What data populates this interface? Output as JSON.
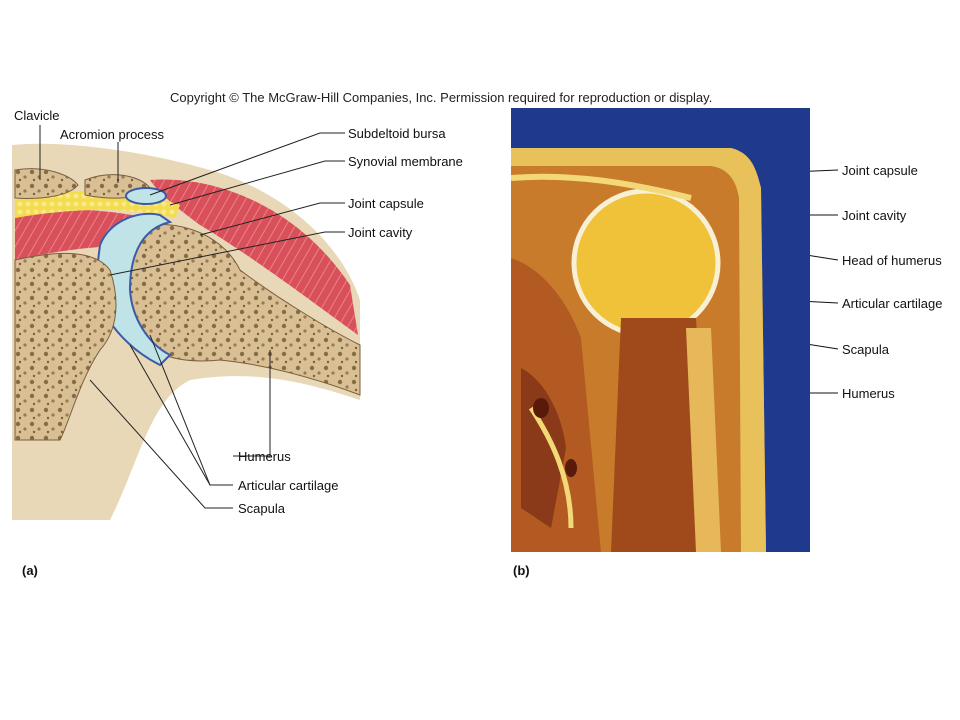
{
  "copyright": "Copyright © The McGraw-Hill Companies, Inc. Permission required for reproduction or display.",
  "panel_a": {
    "letter": "(a)",
    "labels": {
      "clavicle": "Clavicle",
      "acromion": "Acromion process",
      "subdeltoid": "Subdeltoid bursa",
      "synovial": "Synovial membrane",
      "capsule": "Joint capsule",
      "cavity": "Joint cavity",
      "humerus": "Humerus",
      "cartilage": "Articular cartilage",
      "scapula": "Scapula"
    }
  },
  "panel_b": {
    "letter": "(b)",
    "labels": {
      "capsule": "Joint capsule",
      "cavity": "Joint cavity",
      "head": "Head of humerus",
      "cartilage": "Articular cartilage",
      "scapula": "Scapula",
      "humerus": "Humerus"
    }
  },
  "colors": {
    "bone": "#d9c29a",
    "bone_spongy": "#c8a97a",
    "muscle": "#d94a55",
    "cartilage": "#bfe3e6",
    "fat": "#f2d64a",
    "photo_bg": "#1f3a8c"
  }
}
